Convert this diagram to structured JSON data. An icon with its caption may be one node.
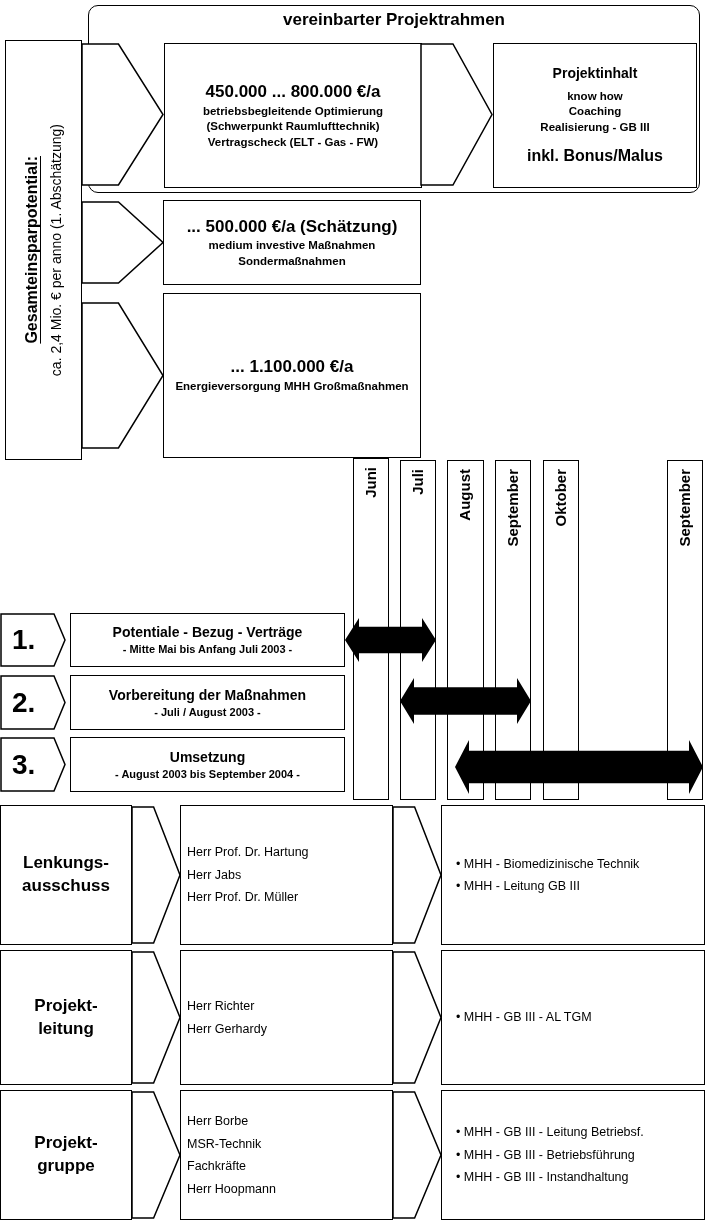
{
  "diagram": {
    "nodes": [
      {
        "text": [
          "Gesamteinsparpotential:",
          "ca. 2,4 Mio. € per anno (1. Abschätzung)"
        ]
      },
      {
        "text": [
          "vereinbarter Projektrahmen"
        ]
      },
      {
        "text": [
          "450.000 ... 800.000 €/a",
          "betriebsbegleitende Optimierung (Schwerpunkt Raumlufttechnik) Vertragscheck (ELT - Gas - FW)"
        ],
        "in": 1
      },
      {
        "text": [
          "Projektinhalt",
          "know how",
          "Coaching",
          "Realisierung - GB III",
          "inkl. Bonus/Malus"
        ],
        "in": 1
      },
      {
        "text": [
          "... 500.000 €/a (Schätzung)",
          "medium investive Maßnahmen Sondermaßnahmen"
        ]
      },
      {
        "text": [
          "... 1.100.000 €/a",
          "Energieversorgung MHH Großmaßnahmen"
        ]
      },
      {
        "text": [
          "Juni"
        ]
      },
      {
        "text": [
          "Juli"
        ]
      },
      {
        "text": [
          "August"
        ]
      },
      {
        "text": [
          "September"
        ]
      },
      {
        "text": [
          "Oktober"
        ]
      },
      {
        "text": [
          "September"
        ]
      },
      {
        "text": [
          "1."
        ]
      },
      {
        "text": [
          "Potentiale - Bezug - Verträge",
          "- Mitte Mai bis Anfang Juli 2003 -"
        ]
      },
      {
        "text": [
          "2."
        ]
      },
      {
        "text": [
          "Vorbereitung der Maßnahmen",
          "- Juli / August 2003 -"
        ]
      },
      {
        "text": [
          "3."
        ]
      },
      {
        "text": [
          "Umsetzung",
          "- August 2003 bis September 2004 -"
        ]
      },
      {
        "text": [],
        "shape": "bar"
      },
      {
        "text": [],
        "shape": "bar"
      },
      {
        "text": [],
        "shape": "bar"
      },
      {
        "text": [
          "Lenkungs- ausschuss"
        ]
      },
      {
        "text": [
          "Herr Prof. Dr. Hartung",
          "Herr Jabs",
          "Herr Prof. Dr. Müller"
        ]
      },
      {
        "text": [
          "• MHH - Biomedizinische Technik",
          "• MHH - Leitung GB III"
        ]
      },
      {
        "text": [
          "Projekt- leitung"
        ]
      },
      {
        "text": [
          "Herr Richter",
          "Herr Gerhardy"
        ]
      },
      {
        "text": [
          "• MHH - GB III - AL TGM"
        ]
      },
      {
        "text": [
          "Projekt- gruppe"
        ]
      },
      {
        "text": [
          "Herr Borbe",
          "MSR-Technik",
          "Fachkräfte",
          "Herr Hoopmann"
        ]
      },
      {
        "text": [
          "• MHH - GB III - Leitung Betriebsf.",
          "• MHH - GB III - Betriebsführung",
          "• MHH - GB III - Instandhaltung"
        ]
      }
    ],
    "edges": [
      {
        "from": 0,
        "to": 2,
        "arrow": "to"
      },
      {
        "from": 2,
        "to": 3,
        "arrow": "to"
      },
      {
        "from": 0,
        "to": 4,
        "arrow": "to"
      },
      {
        "from": 0,
        "to": 5,
        "arrow": "to"
      },
      {
        "from": 21,
        "to": 22,
        "arrow": "to"
      },
      {
        "from": 22,
        "to": 23,
        "arrow": "to"
      },
      {
        "from": 24,
        "to": 25,
        "arrow": "to"
      },
      {
        "from": 25,
        "to": 26,
        "arrow": "to"
      },
      {
        "from": 27,
        "to": 28,
        "arrow": "to"
      },
      {
        "from": 28,
        "to": 29,
        "arrow": "to"
      }
    ]
  }
}
